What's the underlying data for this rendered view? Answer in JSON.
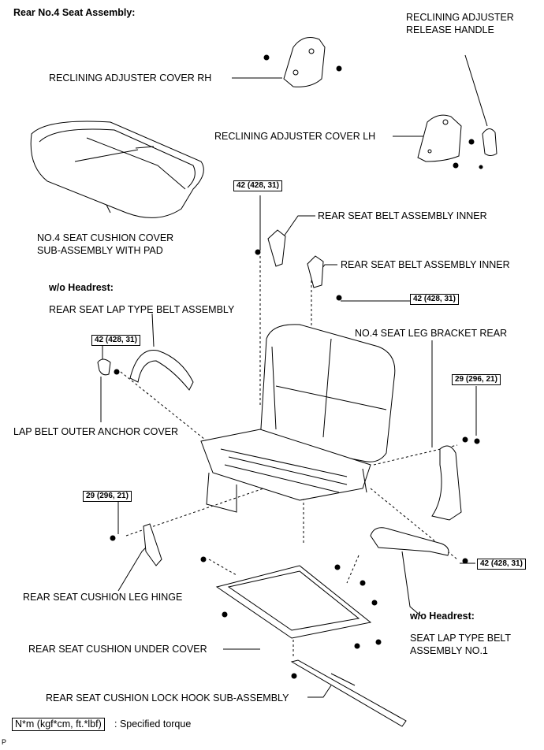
{
  "title": "Rear No.4 Seat Assembly:",
  "labels": {
    "reclining_release_handle_1": "RECLINING ADJUSTER",
    "reclining_release_handle_2": "RELEASE HANDLE",
    "reclining_cover_rh": "RECLINING ADJUSTER COVER RH",
    "reclining_cover_lh": "RECLINING ADJUSTER COVER LH",
    "cushion_cover_1": "NO.4 SEAT CUSHION COVER",
    "cushion_cover_2": "SUB-ASSEMBLY WITH PAD",
    "belt_inner_1": "REAR SEAT BELT ASSEMBLY INNER",
    "belt_inner_2": "REAR SEAT BELT ASSEMBLY INNER",
    "wo_headrest_1": "w/o Headrest:",
    "lap_belt_assembly": "REAR SEAT LAP TYPE BELT ASSEMBLY",
    "leg_bracket_rear": "NO.4 SEAT LEG BRACKET REAR",
    "lap_belt_anchor_cover": "LAP BELT OUTER ANCHOR COVER",
    "cushion_leg_hinge": "REAR SEAT CUSHION LEG HINGE",
    "wo_headrest_2": "w/o Headrest:",
    "seat_lap_belt_1": "SEAT LAP TYPE BELT",
    "seat_lap_belt_2": "ASSEMBLY NO.1",
    "under_cover": "REAR SEAT CUSHION UNDER COVER",
    "lock_hook": "REAR SEAT CUSHION LOCK HOOK SUB-ASSEMBLY"
  },
  "torques": {
    "t1": "42 (428, 31)",
    "t2": "42 (428, 31)",
    "t3": "42 (428, 31)",
    "t4": "29 (296, 21)",
    "t5": "29 (296, 21)",
    "t6": "42 (428, 31)"
  },
  "legend": {
    "unit": "N*m (kgf*cm, ft.*lbf)",
    "text": ": Specified torque"
  },
  "corner_mark": "P"
}
